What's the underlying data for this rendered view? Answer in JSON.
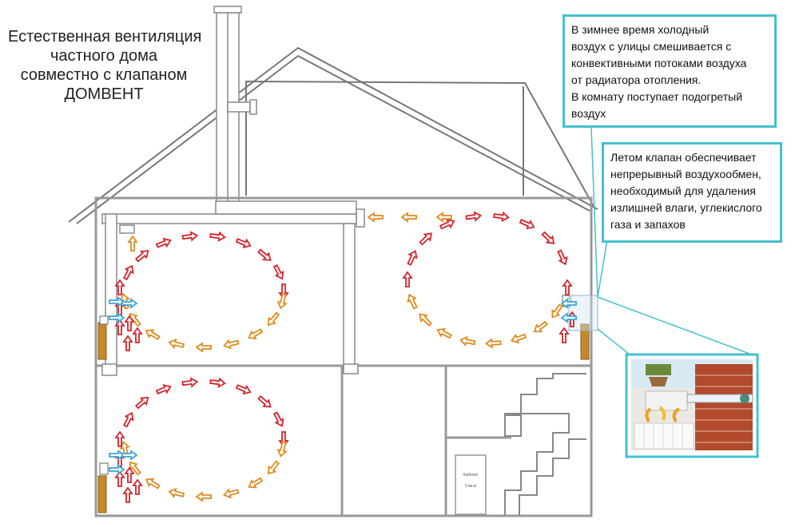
{
  "title": {
    "lines": [
      "Естественная вентиляция",
      "частного дома",
      "совместно с клапаном",
      "ДОМВЕНТ"
    ]
  },
  "callouts": {
    "winter": {
      "lines": [
        "В зимнее время       холодный",
        "воздух с улицы смешивается с",
        "конвективными потоками воздуха",
        "от радиатора отопления.",
        "В комнату поступает подогретый",
        "воздух"
      ]
    },
    "summer": {
      "lines": [
        "Летом клапан обеспечивает",
        "непрерывный воздухообмен,",
        "необходимый для удаления",
        "излишней влаги, углекислого",
        "газа и запахов"
      ]
    }
  },
  "door": {
    "line1": "Кабинет",
    "line2": "5 кв.м"
  },
  "arrow_colors": {
    "warm": "#d8222a",
    "cool": "#e08a1e",
    "fresh": "#3aa6d8"
  },
  "accent": "#45c1cf"
}
